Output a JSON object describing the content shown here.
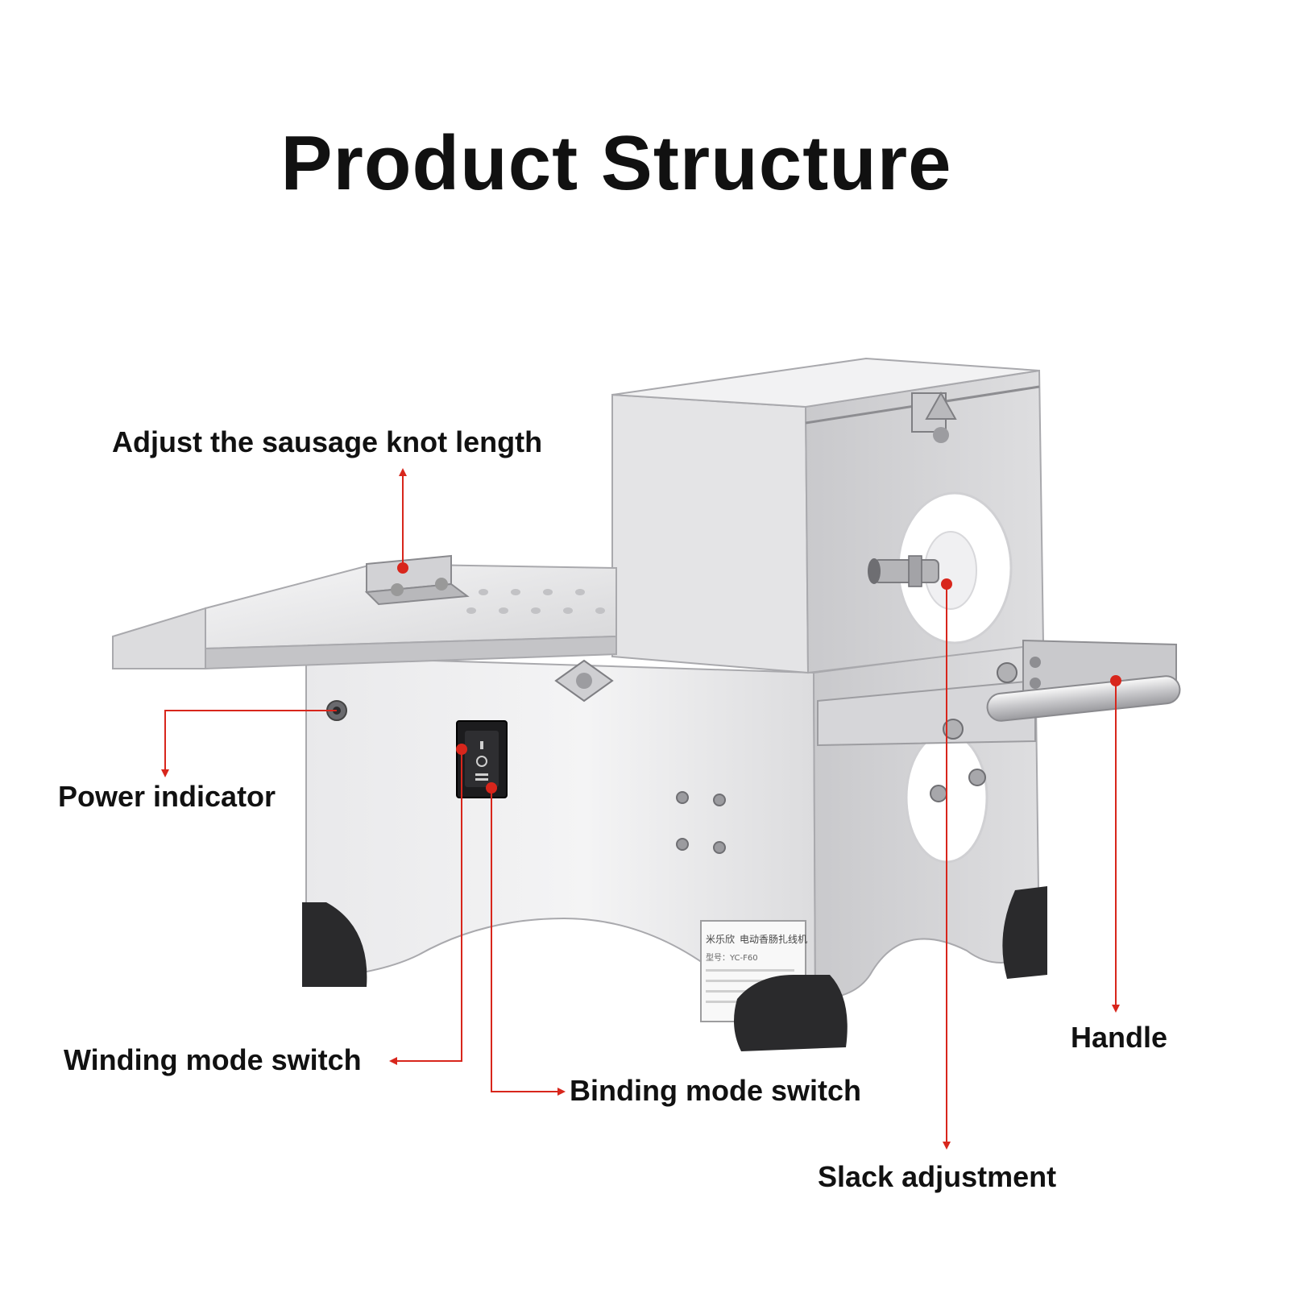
{
  "title": "Product Structure",
  "labels": {
    "knot_length": "Adjust the sausage knot length",
    "power_indicator": "Power indicator",
    "winding_switch": "Winding mode switch",
    "binding_switch": "Binding mode switch",
    "slack_adjustment": "Slack adjustment",
    "handle": "Handle"
  },
  "nameplate": {
    "brand": "米乐欣",
    "product": "电动香肠扎线机",
    "model": "型号：YC-F60"
  },
  "colors": {
    "callout": "#d8261c",
    "steel_light": "#eeeeef",
    "steel_mid": "#d9d9db",
    "steel_dark": "#bdbdc0",
    "foot": "#2a2a2c",
    "roller": "#ffffff"
  }
}
